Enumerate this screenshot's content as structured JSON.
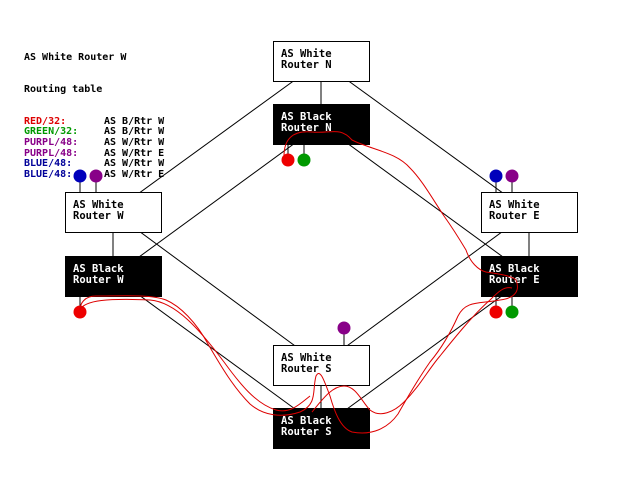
{
  "colors": {
    "red": "#ee0000",
    "green": "#009900",
    "purple": "#880088",
    "blue": "#0000bb",
    "path": "#dd0000"
  },
  "legend": {
    "title": "AS White Router W",
    "subtitle": "Routing table",
    "rows": [
      {
        "prefix": "RED/32:",
        "route": "AS B/Rtr W",
        "color": "#dd0000"
      },
      {
        "prefix": "GREEN/32:",
        "route": "AS B/Rtr W",
        "color": "#009900"
      },
      {
        "prefix": "PURPL/48:",
        "route": "AS W/Rtr W",
        "color": "#880088"
      },
      {
        "prefix": "PURPL/48:",
        "route": "AS W/Rtr E",
        "color": "#880088"
      },
      {
        "prefix": "BLUE/48:",
        "route": "AS W/Rtr W",
        "color": "#000099"
      },
      {
        "prefix": "BLUE/48:",
        "route": "AS W/Rtr E",
        "color": "#000099"
      }
    ]
  },
  "routers": [
    {
      "id": "wn",
      "line1": "AS White",
      "line2": "Router N",
      "as": "white"
    },
    {
      "id": "bn",
      "line1": "AS Black",
      "line2": "Router N",
      "as": "black"
    },
    {
      "id": "ww",
      "line1": "AS White",
      "line2": "Router W",
      "as": "white"
    },
    {
      "id": "bw",
      "line1": "AS Black",
      "line2": "Router W",
      "as": "black"
    },
    {
      "id": "we",
      "line1": "AS White",
      "line2": "Router E",
      "as": "white"
    },
    {
      "id": "be",
      "line1": "AS Black",
      "line2": "Router E",
      "as": "black"
    },
    {
      "id": "ws",
      "line1": "AS White",
      "line2": "Router S",
      "as": "white"
    },
    {
      "id": "bs",
      "line1": "AS Black",
      "line2": "Router S",
      "as": "black"
    }
  ],
  "links": [
    [
      "wn",
      "ww"
    ],
    [
      "wn",
      "we"
    ],
    [
      "ww",
      "ws"
    ],
    [
      "we",
      "ws"
    ],
    [
      "bn",
      "bw"
    ],
    [
      "bn",
      "be"
    ],
    [
      "bw",
      "bs"
    ],
    [
      "be",
      "bs"
    ],
    [
      "wn",
      "bn"
    ],
    [
      "ww",
      "bw"
    ],
    [
      "we",
      "be"
    ],
    [
      "ws",
      "bs"
    ]
  ],
  "prefix_pins": [
    {
      "router": "bn",
      "colors": [
        "red",
        "green"
      ]
    },
    {
      "router": "ww",
      "colors": [
        "blue",
        "purple"
      ]
    },
    {
      "router": "bw",
      "colors": [
        "red"
      ]
    },
    {
      "router": "we",
      "colors": [
        "blue",
        "purple"
      ]
    },
    {
      "router": "be",
      "colors": [
        "red",
        "green"
      ]
    },
    {
      "router": "ws",
      "colors": [
        "purple"
      ]
    }
  ]
}
